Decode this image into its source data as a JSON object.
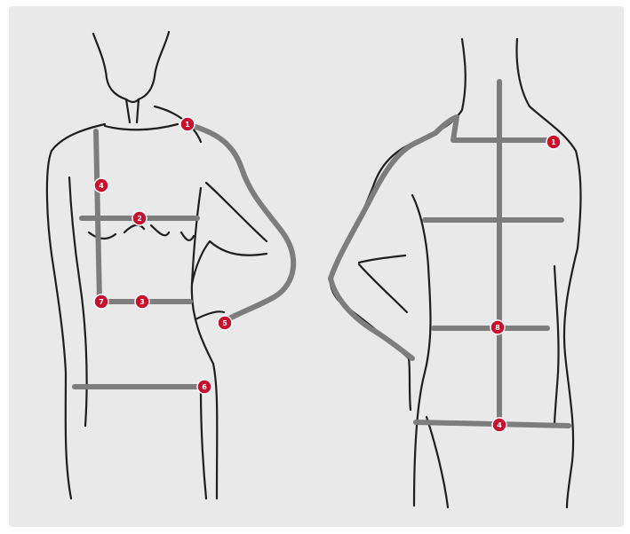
{
  "colors": {
    "background": "#e9e9e9",
    "outline": "#1e1e1e",
    "tape": "#7d7d7d",
    "marker": "#c8102e"
  },
  "front_markers": [
    {
      "id": "front-shoulder",
      "label": "1"
    },
    {
      "id": "front-length",
      "label": "4"
    },
    {
      "id": "front-bust",
      "label": "2"
    },
    {
      "id": "front-underbust-left",
      "label": "7"
    },
    {
      "id": "front-underbust-right",
      "label": "3"
    },
    {
      "id": "front-arm",
      "label": "5"
    },
    {
      "id": "front-hip",
      "label": "6"
    }
  ],
  "back_markers": [
    {
      "id": "back-shoulder",
      "label": "1"
    },
    {
      "id": "back-waist",
      "label": "8"
    },
    {
      "id": "back-hip",
      "label": "4"
    }
  ]
}
